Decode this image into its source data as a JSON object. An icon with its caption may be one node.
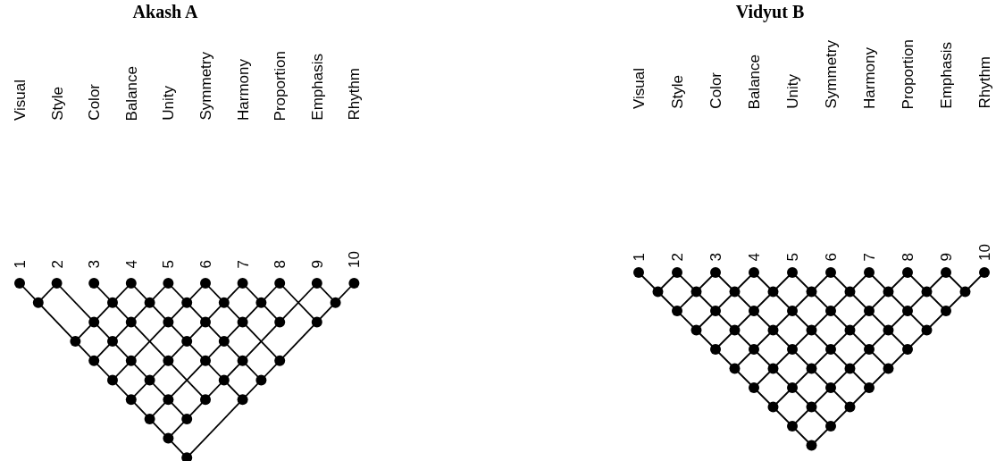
{
  "diagram": {
    "labels": [
      "Akash A",
      "Visual",
      "Style",
      "Color",
      "Balance",
      "Unity",
      "Symmetry",
      "Harmony",
      "Proportion",
      "Emphasis",
      "Rhythm",
      "1",
      "2",
      "3",
      "4",
      "5",
      "6",
      "7",
      "8",
      "9",
      "10",
      "Vidyut B",
      "Visual",
      "Style",
      "Color",
      "Balance",
      "Unity",
      "Symmetry",
      "Harmony",
      "Proportion",
      "Emphasis",
      "Rhythm",
      "1",
      "2",
      "3",
      "4",
      "5",
      "6",
      "7",
      "8",
      "9",
      "10"
    ]
  }
}
